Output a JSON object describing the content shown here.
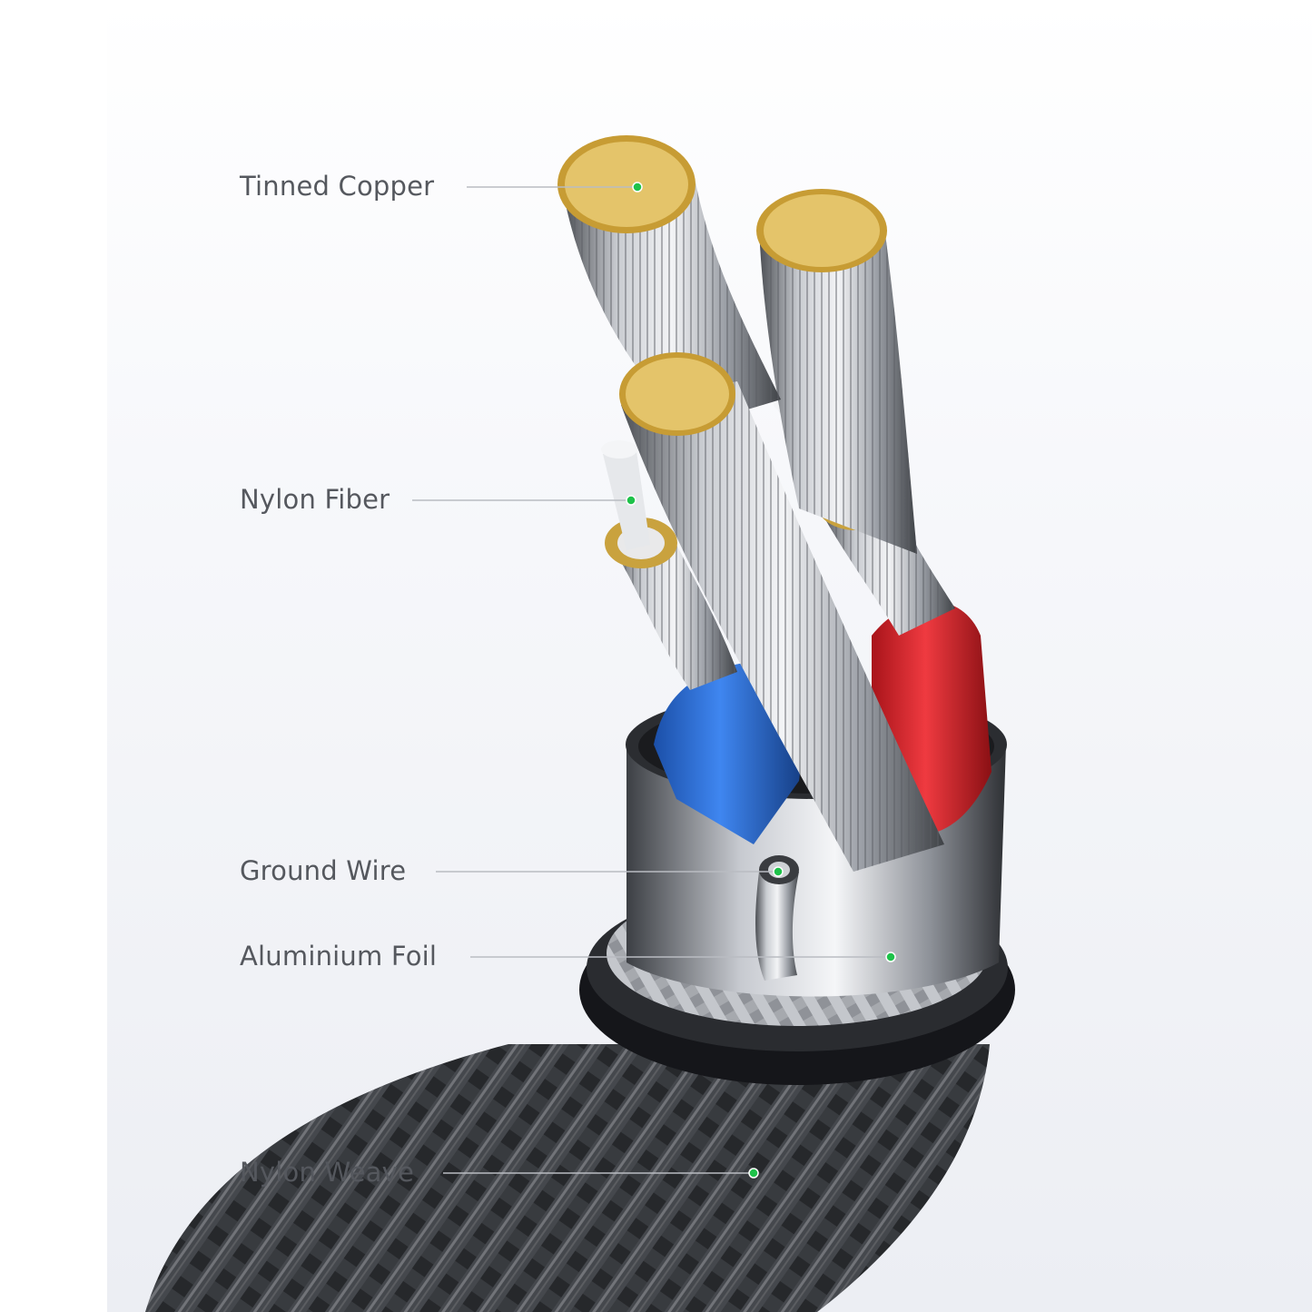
{
  "callouts": [
    {
      "label": "Tinned Copper"
    },
    {
      "label": "Nylon Fiber"
    },
    {
      "label": "Ground Wire"
    },
    {
      "label": "Aluminium Foil"
    },
    {
      "label": "Nylon Weave"
    }
  ],
  "colors": {
    "marker": "#1ec24a",
    "leader": "#b9bcc2",
    "label_text": "#55585e",
    "copper_gold": "#d8b24a",
    "blue_insulation": "#2f6fd4",
    "red_insulation": "#d8232a",
    "braid": "#3a3c40"
  }
}
